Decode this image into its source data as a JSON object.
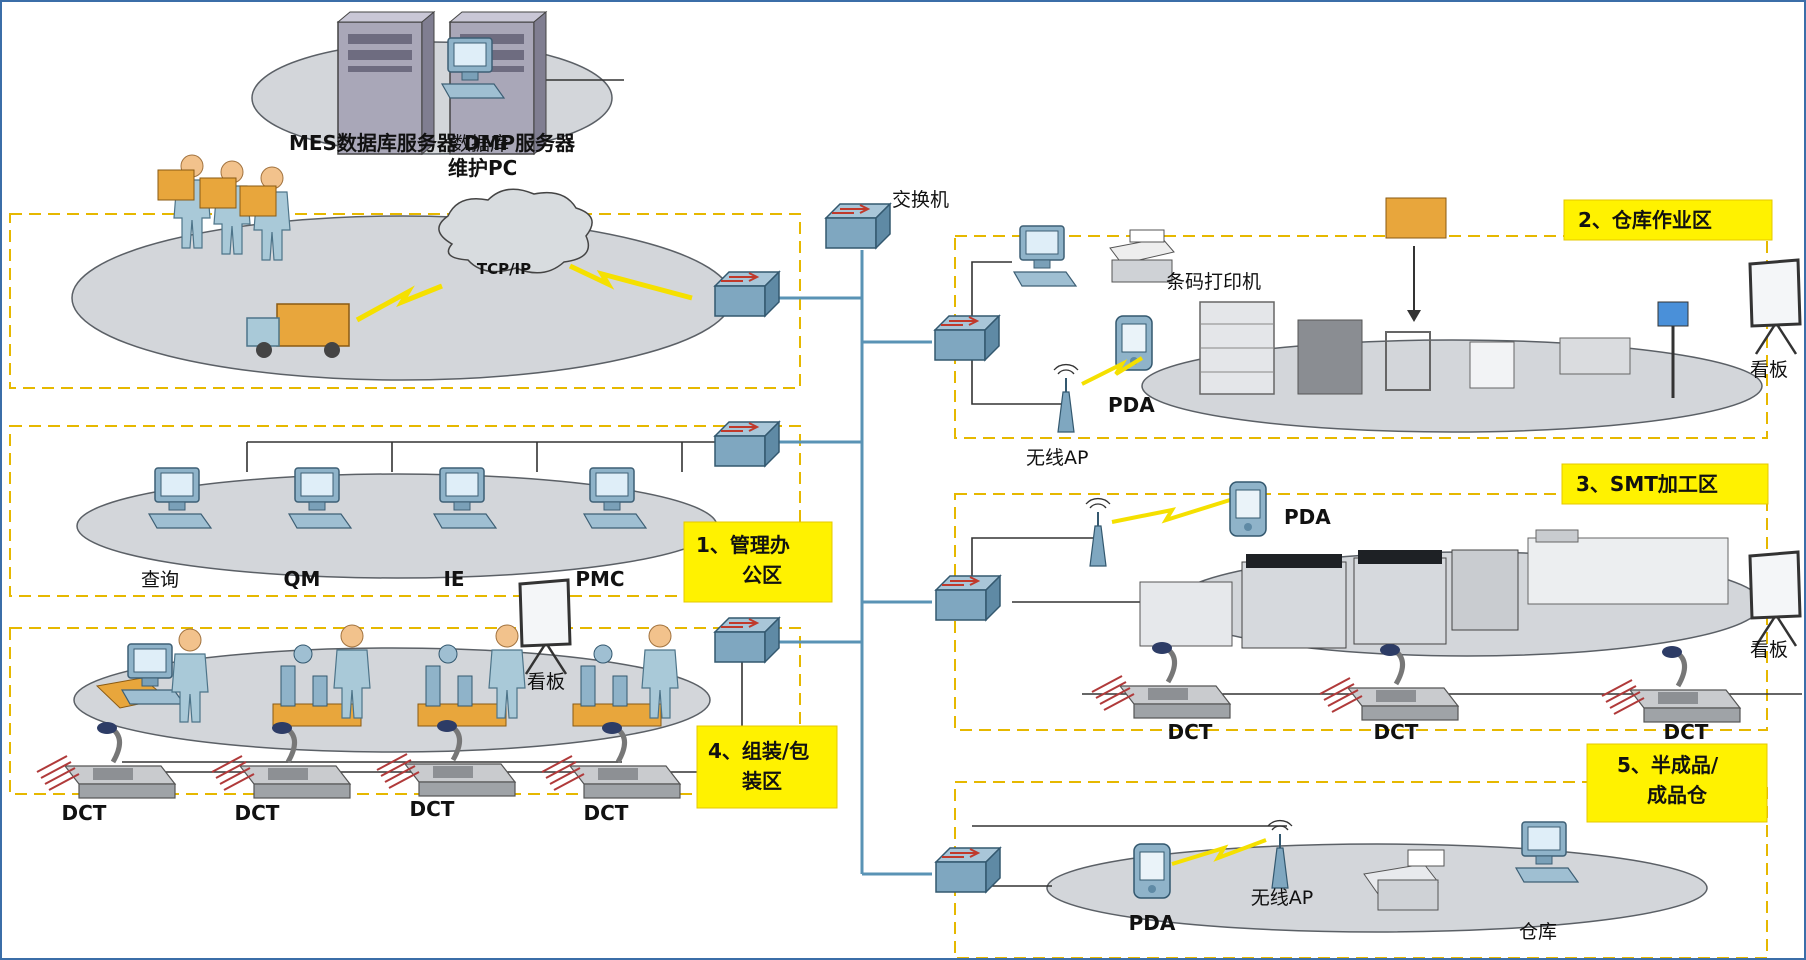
{
  "servers": {
    "mes": "MES数据库服务器",
    "dmp": "DMP服务器"
  },
  "db_pc": {
    "line1": "数据库",
    "line2": "维护PC"
  },
  "core_switch": "交换机",
  "cloud": "TCP/IP",
  "zones": {
    "z1": {
      "line1": "1、管理办",
      "line2": "公区"
    },
    "z2": "2、仓库作业区",
    "z3": "3、SMT加工区",
    "z4": {
      "line1": "4、组装/包",
      "line2": "装区"
    },
    "z5": {
      "line1": "5、半成品/",
      "line2": "成品仓"
    }
  },
  "office_pcs": [
    "查询",
    "QM",
    "IE",
    "PMC"
  ],
  "warehouse": {
    "printer": "条码打印机",
    "pda": "PDA",
    "ap": "无线AP",
    "board": "看板"
  },
  "smt": {
    "pda": "PDA",
    "board": "看板",
    "dct": [
      "DCT",
      "DCT",
      "DCT"
    ]
  },
  "assembly": {
    "board": "看板",
    "dct": [
      "DCT",
      "DCT",
      "DCT",
      "DCT"
    ]
  },
  "finished": {
    "pda": "PDA",
    "ap": "无线AP",
    "store": "仓库"
  },
  "colors": {
    "zone_border": "#e6b800",
    "zone_label_bg": "#fff200",
    "platform": "#d3d6da",
    "device": "#8fb3c9",
    "trunk": "#5a93b5"
  }
}
